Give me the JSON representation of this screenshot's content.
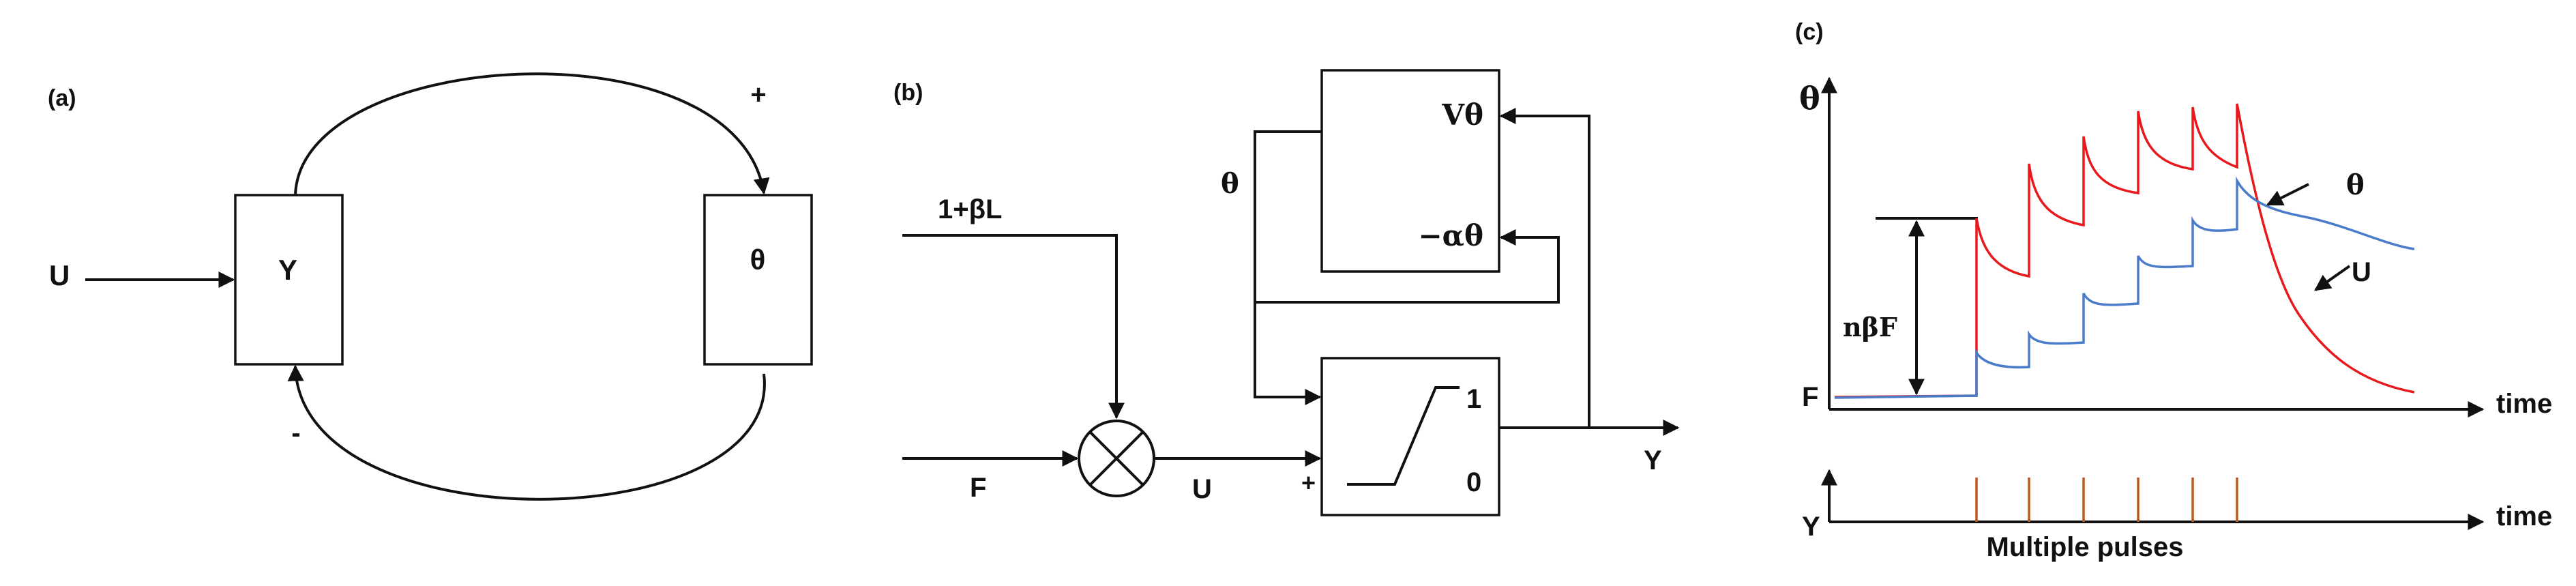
{
  "panel_a": {
    "tag": "(a)",
    "input_label": "U",
    "block_y": "Y",
    "block_theta": "θ",
    "top_sign": "+",
    "bottom_sign": "-"
  },
  "panel_b": {
    "tag": "(b)",
    "input_1bl": "1+βL",
    "input_f": "F",
    "signal_u": "U",
    "plus_sign": "+",
    "signal_theta": "θ",
    "port_v": "Vθ",
    "port_alpha": "−αθ",
    "sat_high": "1",
    "sat_low": "0",
    "output_y": "Y"
  },
  "panel_c": {
    "tag": "(c)",
    "theta_axis": "θ",
    "f_label": "F",
    "nbf_label": "nβF",
    "theta_curve_label": "θ",
    "u_curve_label": "U",
    "time_label_top": "time",
    "y_axis": "Y",
    "time_label_bottom": "time",
    "caption": "Multiple pulses",
    "colors": {
      "u_curve": "#e8181c",
      "theta_curve": "#4a7cc9",
      "pulse": "#c0581e"
    }
  }
}
